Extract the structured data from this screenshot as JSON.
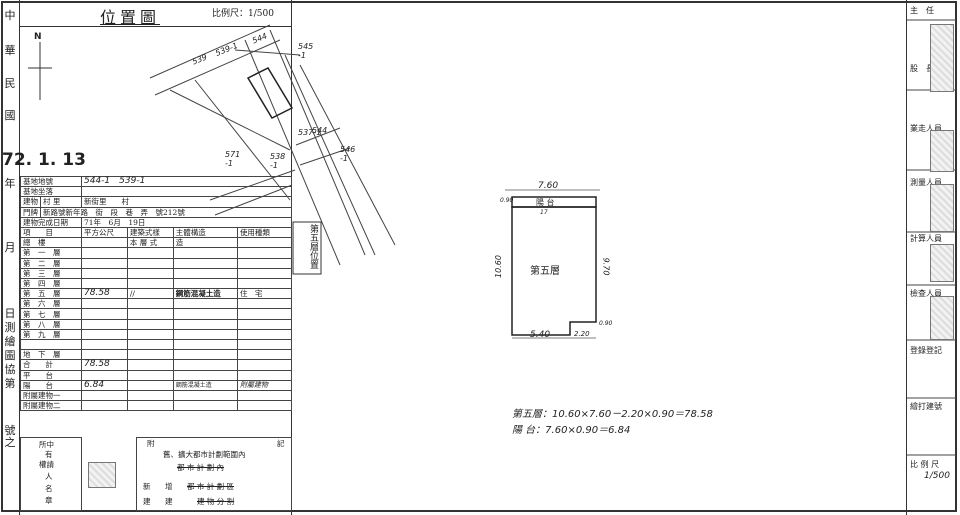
{
  "left_column": {
    "chars": [
      "中",
      "華",
      "民",
      "國",
      "年",
      "月",
      "日",
      "測",
      "繪",
      "圖",
      "協",
      "第",
      "號",
      "之"
    ],
    "date": "72. 1. 13"
  },
  "header": {
    "title": "位置圖",
    "scale_label": "比例尺：",
    "scale_value": "1/500"
  },
  "site_map": {
    "north": "N",
    "parcels": [
      "539",
      "539-1",
      "544",
      "545\n-1",
      "537-1",
      "544",
      "546\n-1",
      "571\n-1",
      "538\n-1"
    ]
  },
  "register": {
    "rows": [
      [
        "基地地號",
        "",
        "544-1　539-1"
      ],
      [
        "基地坐落",
        "",
        ""
      ],
      [
        "建物",
        "村 里",
        "新街里　　村"
      ],
      [
        "門牌",
        "新路號新年路　街　段　巷　弄　號212號"
      ],
      [
        "建物完成日期",
        "71年　6月　19日"
      ]
    ],
    "col_headers": [
      "項　　目",
      "平方公尺",
      "建築式樣",
      "主體構造",
      "使用種類"
    ],
    "floors": [
      "總　樓",
      "第　一　層",
      "第　二　層",
      "第　三　層",
      "第　四　層",
      "第　五　層",
      "第　六　層",
      "第　七　層",
      "第　八　層",
      "第　九　層",
      "",
      "地　下　層",
      "合　　計",
      "平　　台",
      "陽　　台",
      "附屬建物一",
      "附屬建物二"
    ],
    "fifth_area": "78.58",
    "total_area": "78.58",
    "balcony_area": "6.84",
    "style_value": "本 層 式",
    "style_value2": "//",
    "structure": "鋼筋混凝土造",
    "use": "住　宅",
    "struct_header": "造",
    "balcony_note": "鋼筋混凝土造",
    "balcony_use": "附屬建物"
  },
  "side_stamp": "第五層位置",
  "bottom_left": {
    "labels": [
      "所中",
      "有",
      "權請",
      "人",
      "名",
      "章"
    ]
  },
  "notes_box": {
    "header_left": "附",
    "header_right": "記",
    "line1": "舊、擴大都市計劃範圍內",
    "line2": "都 市 計 劃 內",
    "line3_label": "新",
    "line3_a": "增",
    "line3_b": "都 市 計 劃 區",
    "line4_label": "建",
    "line4_a": "建",
    "line4_b": "建 物 分 割"
  },
  "floor_plan": {
    "top_dim": "7.60",
    "balcony_label": "陽 台",
    "balcony_depth": "0.90",
    "room_label": "第五層",
    "left_dim": "10.60",
    "right_dim": "9.70",
    "bottom_left_dim": "5.40",
    "bottom_right_dim": "2.20",
    "small_dim": "0.90",
    "top_small": "17"
  },
  "calc": {
    "line1": "第五層：10.60×7.60－2.20×0.90＝78.58",
    "line2": "陽 台：7.60×0.90＝6.84"
  },
  "right_panel": {
    "labels": [
      "主　任",
      "股　長",
      "",
      "業走人員",
      "",
      "測量人員",
      "計算人員",
      "",
      "檢查人員",
      "登錄登記",
      "",
      "繪打建號",
      "",
      "比 例 尺"
    ],
    "scale": "1/500"
  }
}
